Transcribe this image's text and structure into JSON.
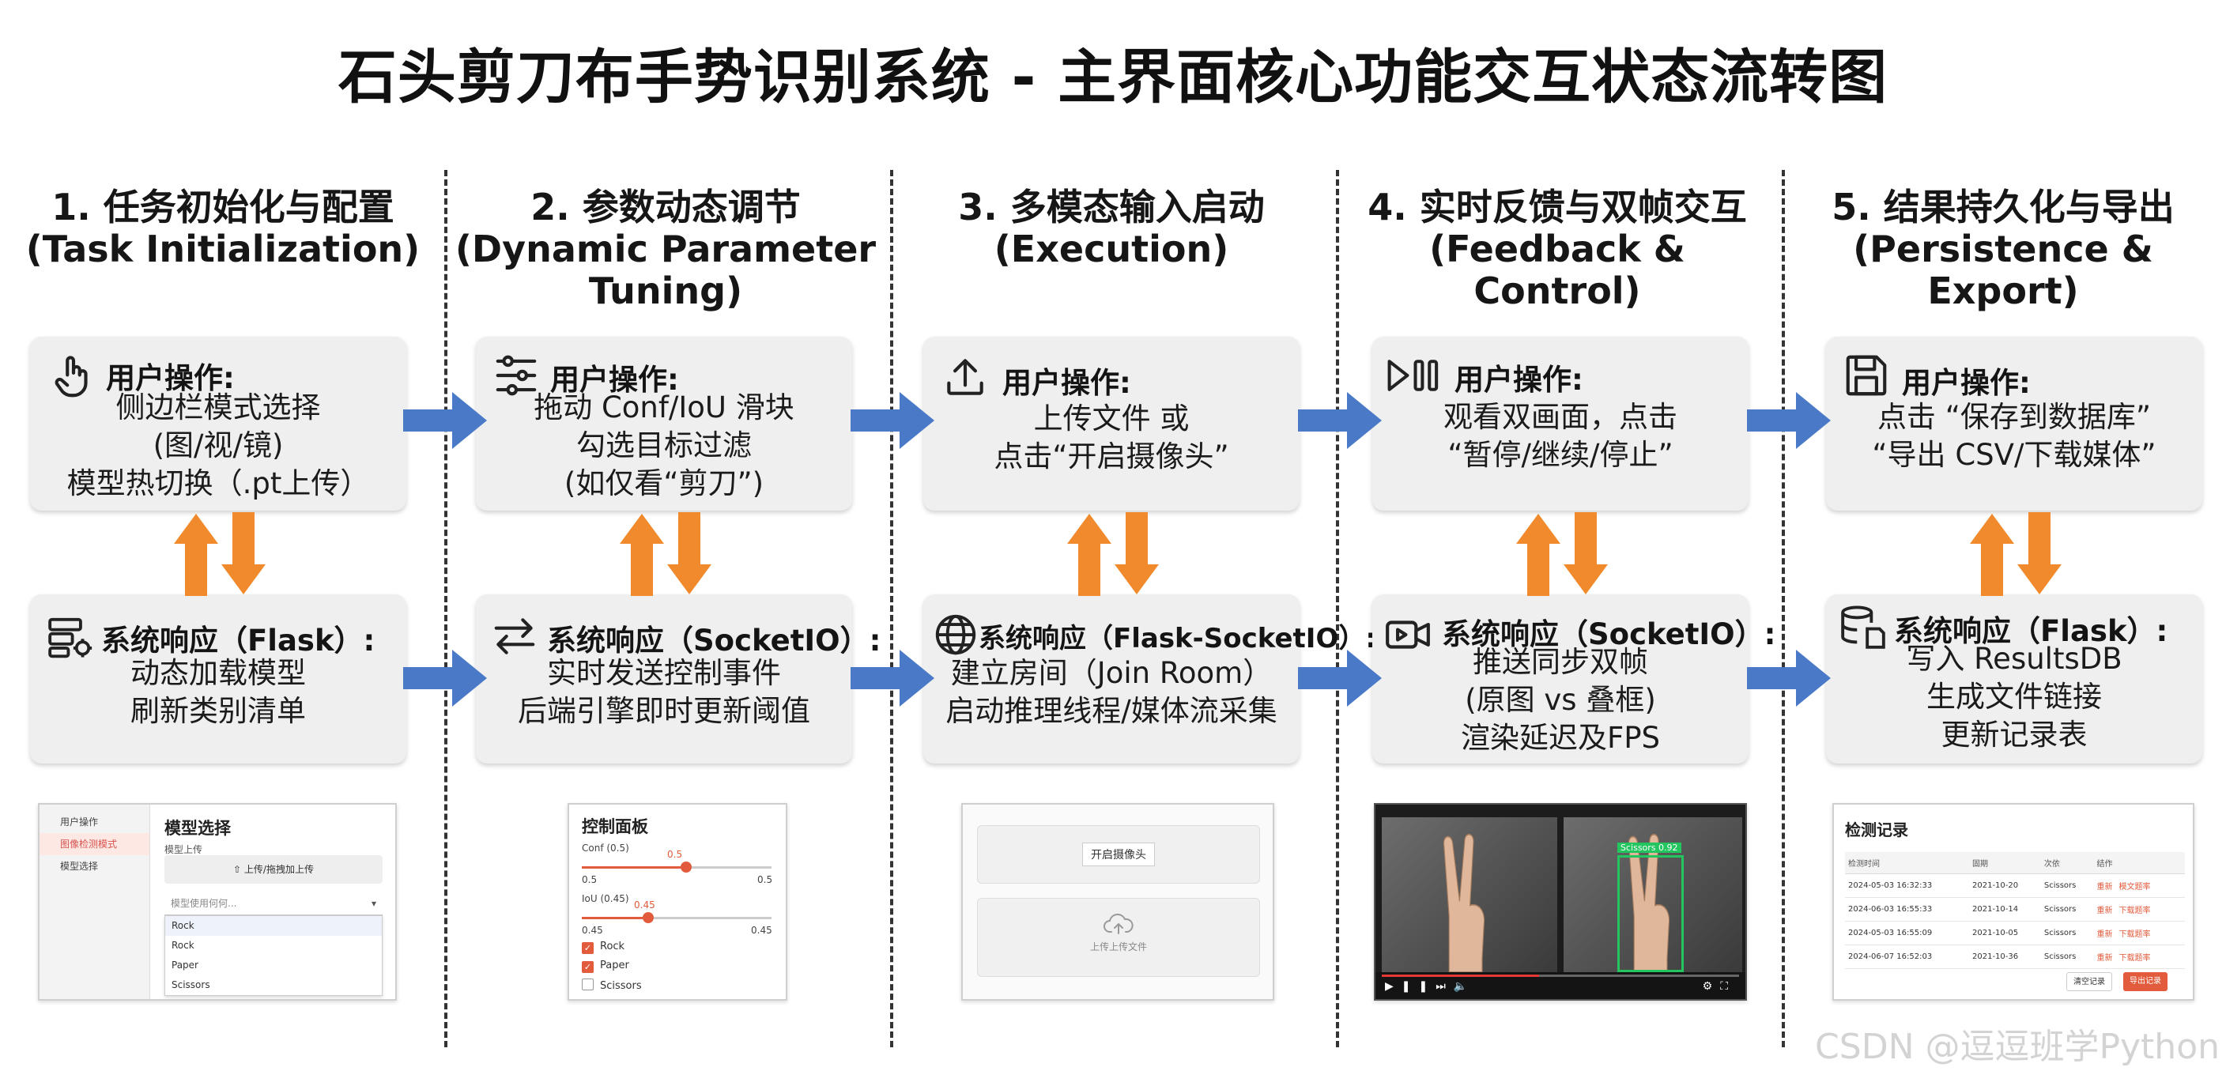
{
  "title": "石头剪刀布手势识别系统 - 主界面核心功能交互状态流转图",
  "stages": [
    {
      "title_cn": "1. 任务初始化与配置",
      "title_en": "(Task Initialization)",
      "user_head": "用户操作:",
      "user_lines": [
        "侧边栏模式选择",
        "(图/视/镜)",
        "模型热切换（.pt上传）"
      ],
      "sys_head": "系统响应（Flask）:",
      "sys_lines": [
        "动态加载模型",
        "刷新类别清单"
      ],
      "user_icon": "hand-pointer-icon",
      "sys_icon": "server-gear-icon"
    },
    {
      "title_cn": "2. 参数动态调节",
      "title_en": "(Dynamic Parameter",
      "title_en2": "Tuning)",
      "user_head": "用户操作:",
      "user_lines": [
        "拖动 Conf/IoU 滑块",
        "勾选目标过滤",
        "(如仅看“剪刀”)"
      ],
      "sys_head": "系统响应（SocketIO）:",
      "sys_lines": [
        "实时发送控制事件",
        "后端引擎即时更新阈值"
      ],
      "user_icon": "sliders-icon",
      "sys_icon": "swap-arrows-icon"
    },
    {
      "title_cn": "3. 多模态输入启动",
      "title_en": "(Execution)",
      "user_head": "用户操作:",
      "user_lines": [
        "上传文件 或",
        "点击“开启摄像头”"
      ],
      "sys_head": "系统响应（Flask-SocketIO）:",
      "sys_lines": [
        "建立房间（Join Room）",
        "启动推理线程/媒体流采集"
      ],
      "user_icon": "upload-icon",
      "sys_icon": "globe-icon"
    },
    {
      "title_cn": "4. 实时反馈与双帧交互",
      "title_en": "(Feedback & Control)",
      "user_head": "用户操作:",
      "user_lines": [
        "观看双画面，点击",
        "“暂停/继续/停止”"
      ],
      "sys_head": "系统响应（SocketIO）:",
      "sys_lines": [
        "推送同步双帧",
        "(原图 vs 叠框)",
        "渲染延迟及FPS"
      ],
      "user_icon": "play-pause-icon",
      "sys_icon": "video-camera-icon"
    },
    {
      "title_cn": "5. 结果持久化与导出",
      "title_en": "(Persistence & Export)",
      "user_head": "用户操作:",
      "user_lines": [
        "点击 “保存到数据库”",
        "“导出 CSV/下载媒体”"
      ],
      "sys_head": "系统响应（Flask）:",
      "sys_lines": [
        "写入 ResultsDB",
        "生成文件链接",
        "更新记录表"
      ],
      "user_icon": "save-disk-icon",
      "sys_icon": "database-file-icon"
    }
  ],
  "mock1": {
    "side_items": [
      "用户操作",
      "图像检测模式",
      "模型选择"
    ],
    "title": "模型选择",
    "sub": "模型上传",
    "upload_btn": "⇧ 上传/拖拽加上传",
    "select_placeholder": "模型使用何何...",
    "options": [
      "Rock",
      "Rock",
      "Paper",
      "Scissors"
    ]
  },
  "mock2": {
    "title": "控制面板",
    "conf_label": "Conf (0.5)",
    "conf_val": "0.5",
    "conf_min": "0.5",
    "conf_max": "0.5",
    "iou_label": "IoU (0.45)",
    "iou_val": "0.45",
    "iou_min": "0.45",
    "iou_max": "0.45",
    "checks": [
      {
        "label": "Rock",
        "checked": true
      },
      {
        "label": "Paper",
        "checked": true
      },
      {
        "label": "Scissors",
        "checked": false
      }
    ],
    "conf_fraction": 0.55,
    "iou_fraction": 0.35
  },
  "mock3": {
    "camera_btn": "开启摄像头",
    "upload_label": "上传上传文件"
  },
  "mock4": {
    "det_label": "Scissors 0.92",
    "progress": 0.44
  },
  "mock5": {
    "title": "检测记录",
    "headers": [
      "检测时间",
      "固期",
      "次依",
      "结作"
    ],
    "rows": [
      [
        "2024-05-03 16:32:33",
        "2021-10-20",
        "Scissors",
        "重新",
        "模文题率"
      ],
      [
        "2024-06-03 16:55:33",
        "2021-10-14",
        "Scissors",
        "重新",
        "下载题率"
      ],
      [
        "2024-05-03 16:55:09",
        "2021-10-05",
        "Scissors",
        "重新",
        "下载题率"
      ],
      [
        "2024-06-07 16:52:03",
        "2021-10-36",
        "Scissors",
        "重新",
        "下载题率"
      ]
    ],
    "clear_btn": "清空记录",
    "export_btn": "导出记录"
  },
  "watermark": "CSDN @逗逗班学Python",
  "colors": {
    "blue_arrow": "#4a7ac7",
    "orange_arrow": "#f08a2c",
    "accent_red": "#e25b3c"
  }
}
